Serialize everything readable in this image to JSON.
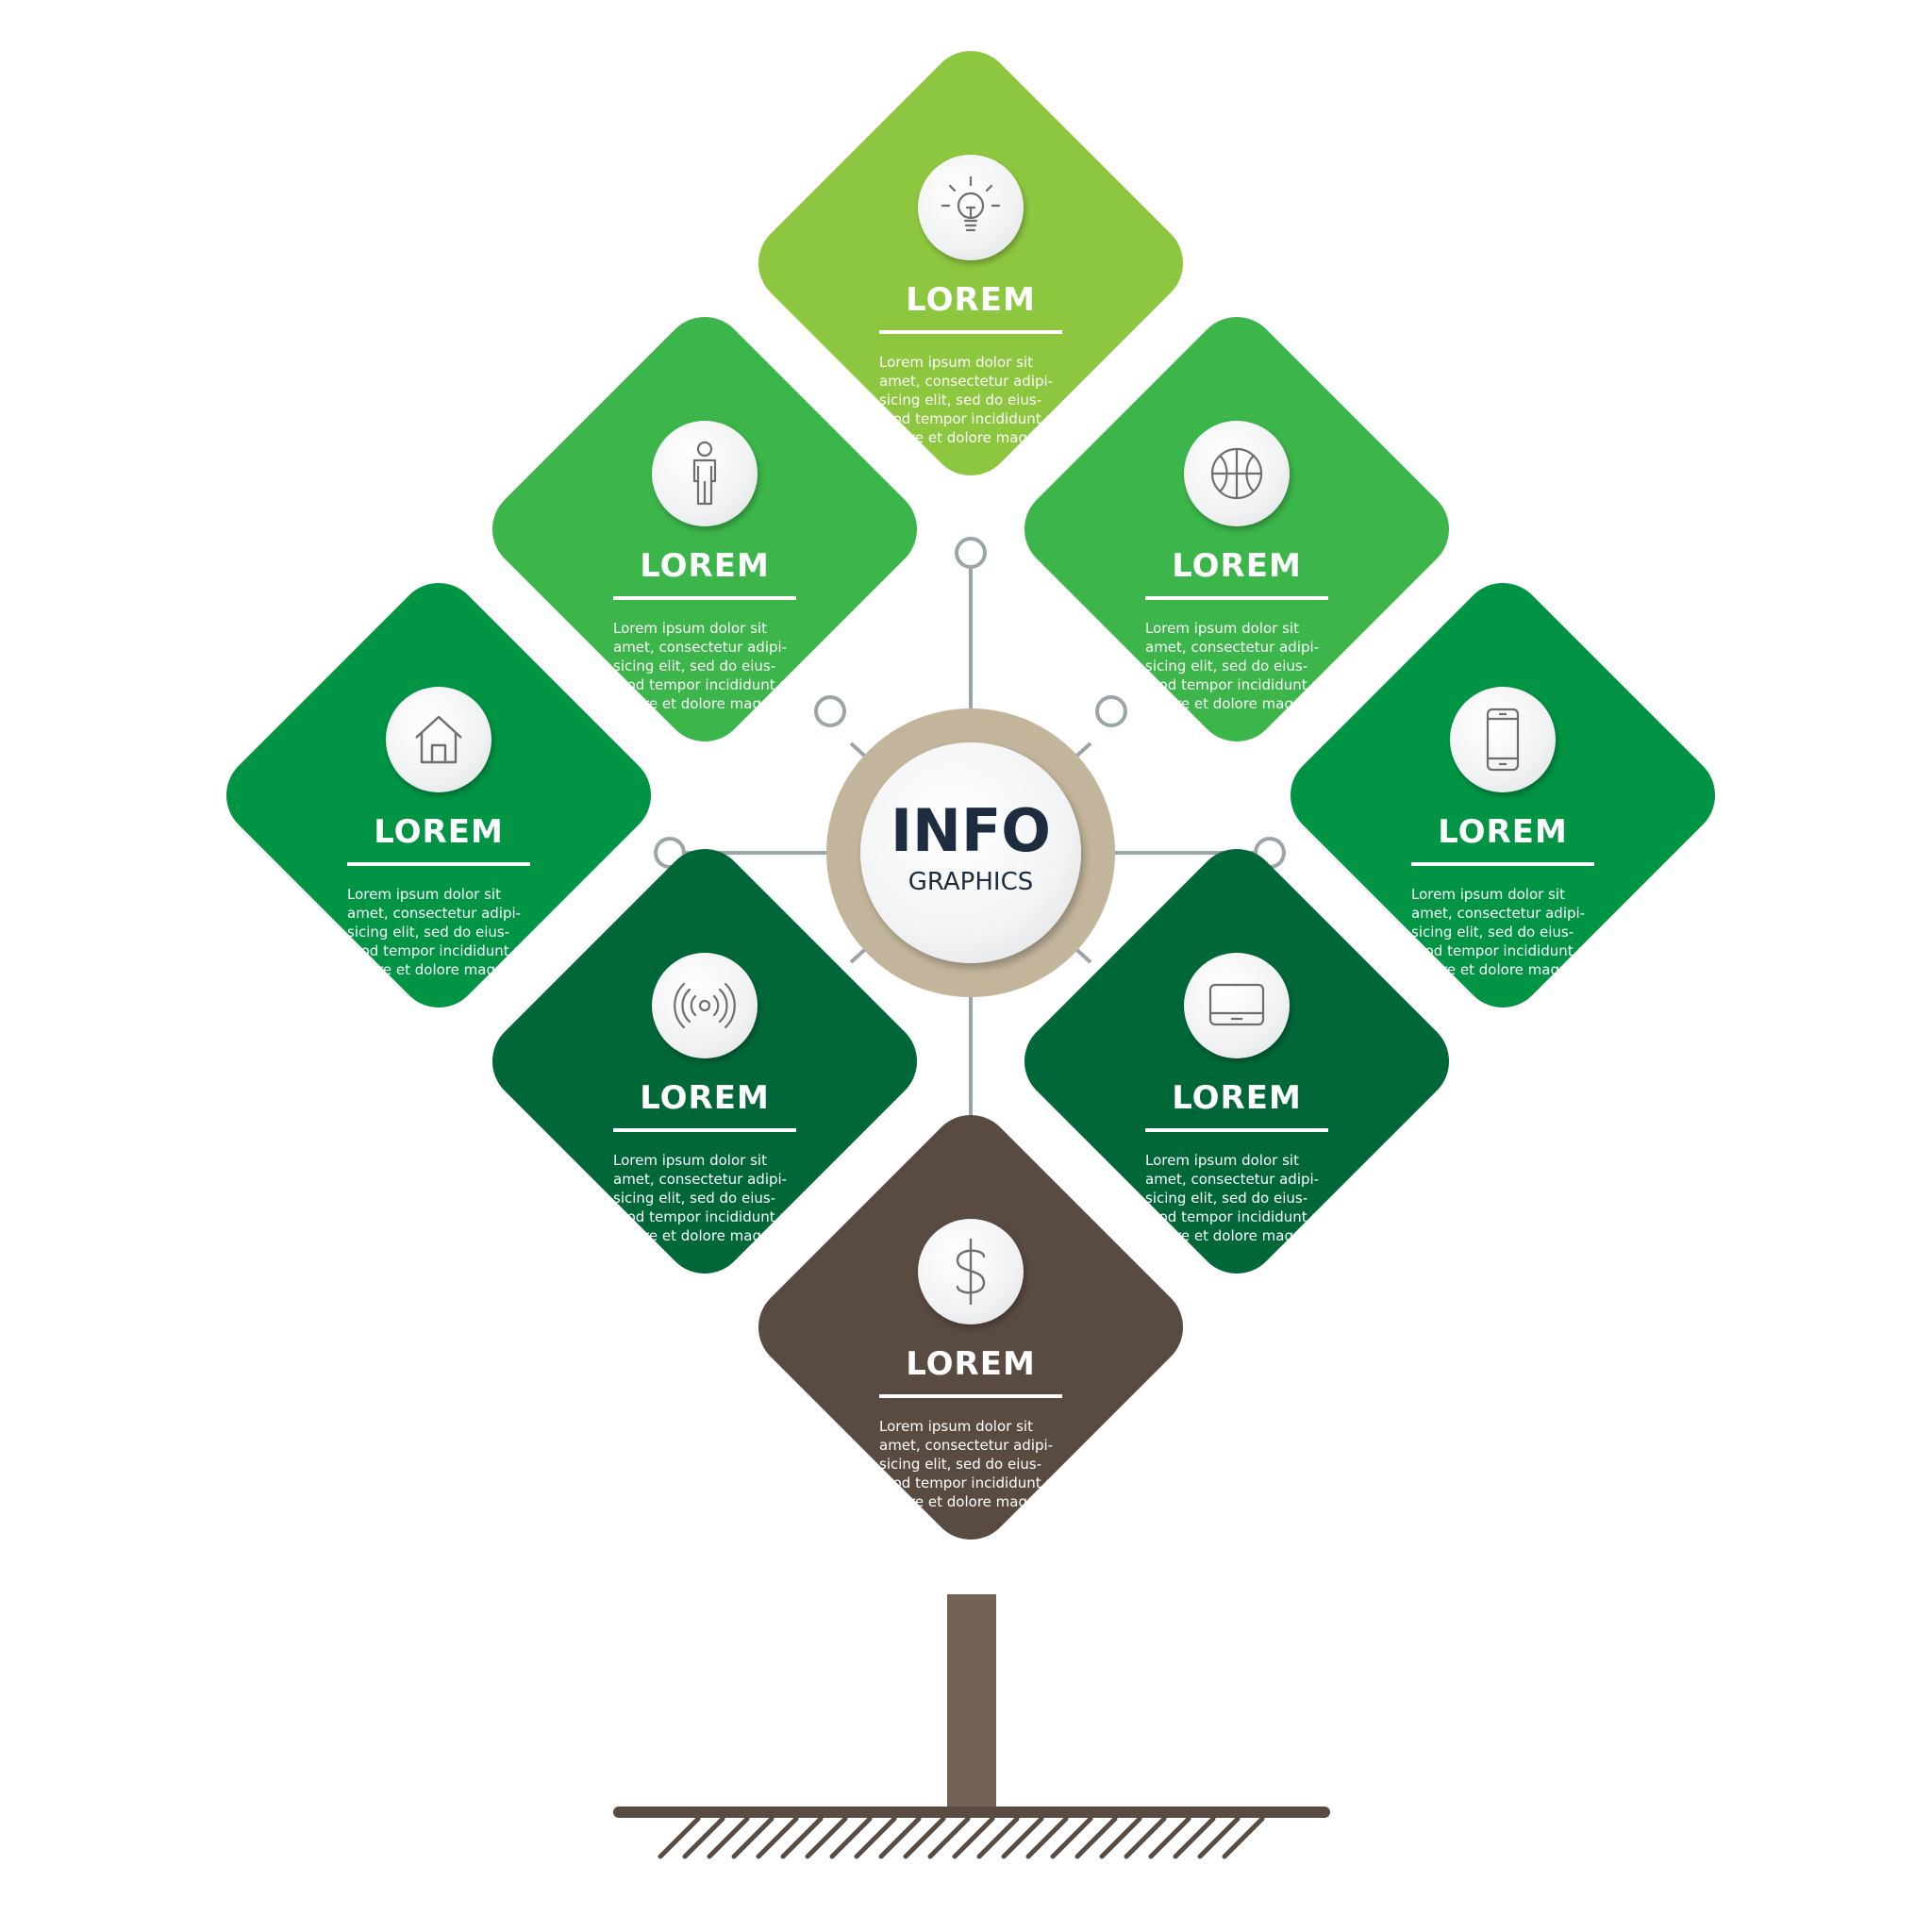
{
  "colors": {
    "lime": "#8dc63f",
    "light_green": "#3cb54a",
    "green": "#009444",
    "dark_green": "#006838",
    "brown": "#594a42",
    "trunk": "#736357",
    "hub_ring": "#c2b59b",
    "connector": "#9aa5a8",
    "hub_text": "#1e2c3f",
    "icon_stroke": "#6d6e71"
  },
  "hub": {
    "title": "INFO",
    "subtitle": "GRAPHICS"
  },
  "cards": [
    {
      "id": "top",
      "color": "#8dc63f",
      "icon": "lightbulb-icon",
      "title": "LOREM",
      "text": [
        "Lorem ipsum dolor sit",
        "amet, consectetur adipi-",
        "sicing elit, sed do eius-",
        "mod tempor incididunt ut",
        "labore et dolore magna"
      ]
    },
    {
      "id": "upper-left",
      "color": "#3cb54a",
      "icon": "person-icon",
      "title": "LOREM",
      "text": [
        "Lorem ipsum dolor sit",
        "amet, consectetur adipi-",
        "sicing elit, sed do eius-",
        "mod tempor incididunt ut",
        "labore et dolore magna"
      ]
    },
    {
      "id": "upper-right",
      "color": "#3cb54a",
      "icon": "basketball-icon",
      "title": "LOREM",
      "text": [
        "Lorem ipsum dolor sit",
        "amet, consectetur adipi-",
        "sicing elit, sed do eius-",
        "mod tempor incididunt ut",
        "labore et dolore magna"
      ]
    },
    {
      "id": "left",
      "color": "#009444",
      "icon": "house-icon",
      "title": "LOREM",
      "text": [
        "Lorem ipsum dolor sit",
        "amet, consectetur adipi-",
        "sicing elit, sed do eius-",
        "mod tempor incididunt ut",
        "labore et dolore magna"
      ]
    },
    {
      "id": "right",
      "color": "#009444",
      "icon": "smartphone-icon",
      "title": "LOREM",
      "text": [
        "Lorem ipsum dolor sit",
        "amet, consectetur adipi-",
        "sicing elit, sed do eius-",
        "mod tempor incididunt ut",
        "labore et dolore magna"
      ]
    },
    {
      "id": "lower-left",
      "color": "#006838",
      "icon": "wireless-signal-icon",
      "title": "LOREM",
      "text": [
        "Lorem ipsum dolor sit",
        "amet, consectetur adipi-",
        "sicing elit, sed do eius-",
        "mod tempor incididunt ut",
        "labore et dolore magna"
      ]
    },
    {
      "id": "lower-right",
      "color": "#006838",
      "icon": "laptop-icon",
      "title": "LOREM",
      "text": [
        "Lorem ipsum dolor sit",
        "amet, consectetur adipi-",
        "sicing elit, sed do eius-",
        "mod tempor incididunt ut",
        "labore et dolore magna"
      ]
    },
    {
      "id": "bottom",
      "color": "#594a42",
      "icon": "dollar-icon",
      "title": "LOREM",
      "text": [
        "Lorem ipsum dolor sit",
        "amet, consectetur adipi-",
        "sicing elit, sed do eius-",
        "mod tempor incididunt ut",
        "labore et dolore magna"
      ]
    }
  ]
}
